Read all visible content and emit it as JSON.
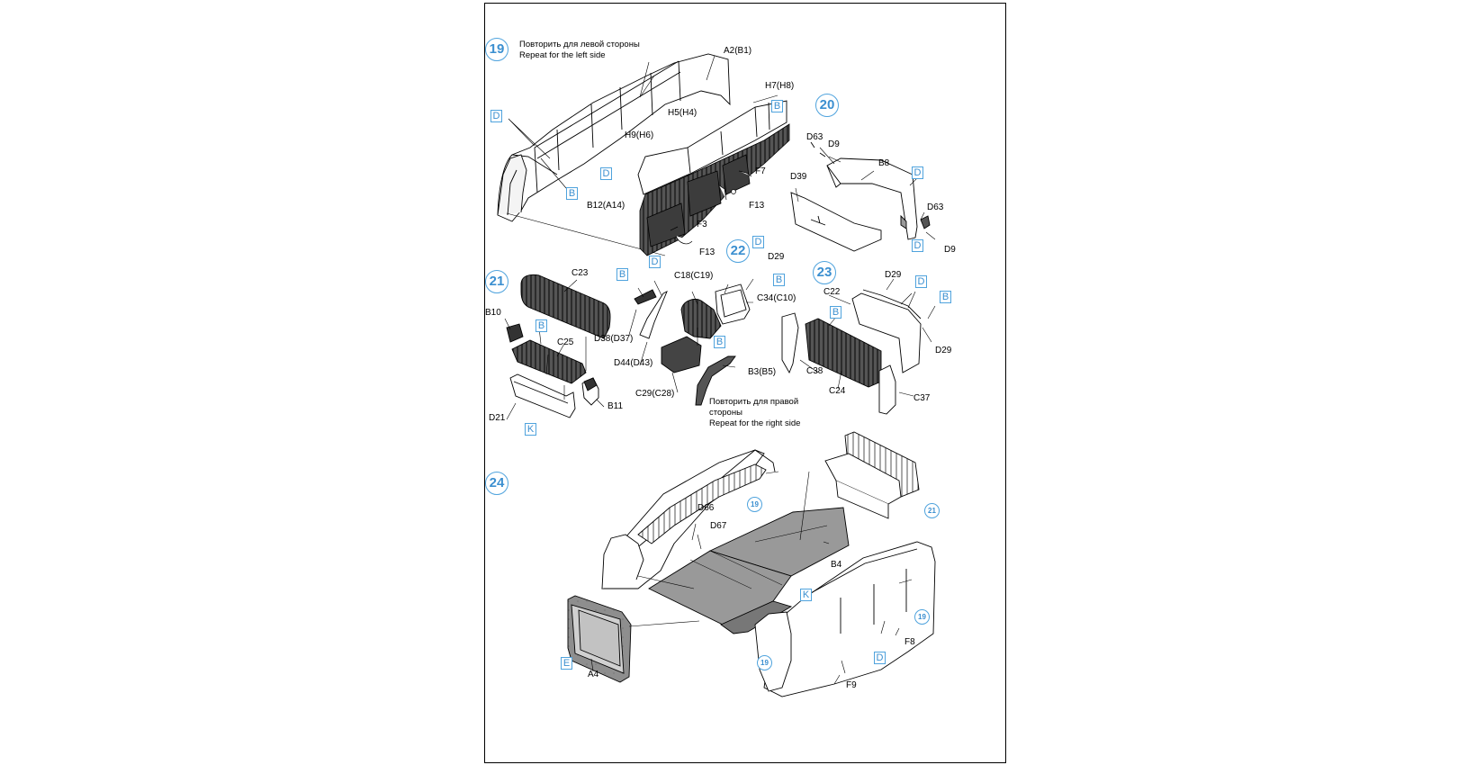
{
  "steps": [
    "19",
    "20",
    "21",
    "22",
    "23",
    "24"
  ],
  "step19": {
    "note_ru": "Повторить для левой стороны",
    "note_en": "Repeat for the left side",
    "parts": [
      "A2(B1)",
      "H7(H8)",
      "H5(H4)",
      "H9(H6)",
      "F7",
      "F13",
      "F3",
      "F13",
      "B12(A14)"
    ],
    "paints": [
      "D",
      "B",
      "D",
      "B"
    ]
  },
  "step20": {
    "parts": [
      "D63",
      "D9",
      "B8",
      "D39",
      "D63",
      "D9"
    ],
    "paints": [
      "D",
      "D"
    ]
  },
  "step21": {
    "parts": [
      "C23",
      "B10",
      "C25",
      "D21",
      "B11"
    ],
    "paints": [
      "B",
      "K"
    ]
  },
  "step22": {
    "parts": [
      "C18(C19)",
      "D29",
      "C34(C10)",
      "D38(D37)",
      "D44(D43)",
      "C29(C28)",
      "B3(B5)"
    ],
    "paints": [
      "B",
      "D",
      "D",
      "B",
      "B"
    ],
    "note_ru_1": "Повторить для правой",
    "note_ru_2": "стороны",
    "note_en": "Repeat for the right side"
  },
  "step23": {
    "parts": [
      "C22",
      "D29",
      "C38",
      "C24",
      "C37",
      "D29"
    ],
    "paints": [
      "B",
      "D",
      "B"
    ]
  },
  "step24": {
    "parts": [
      "D66",
      "D67",
      "B4",
      "A4",
      "F8",
      "F9"
    ],
    "paints": [
      "K",
      "E",
      "D"
    ],
    "refs": [
      "19",
      "21",
      "19",
      "19"
    ]
  }
}
